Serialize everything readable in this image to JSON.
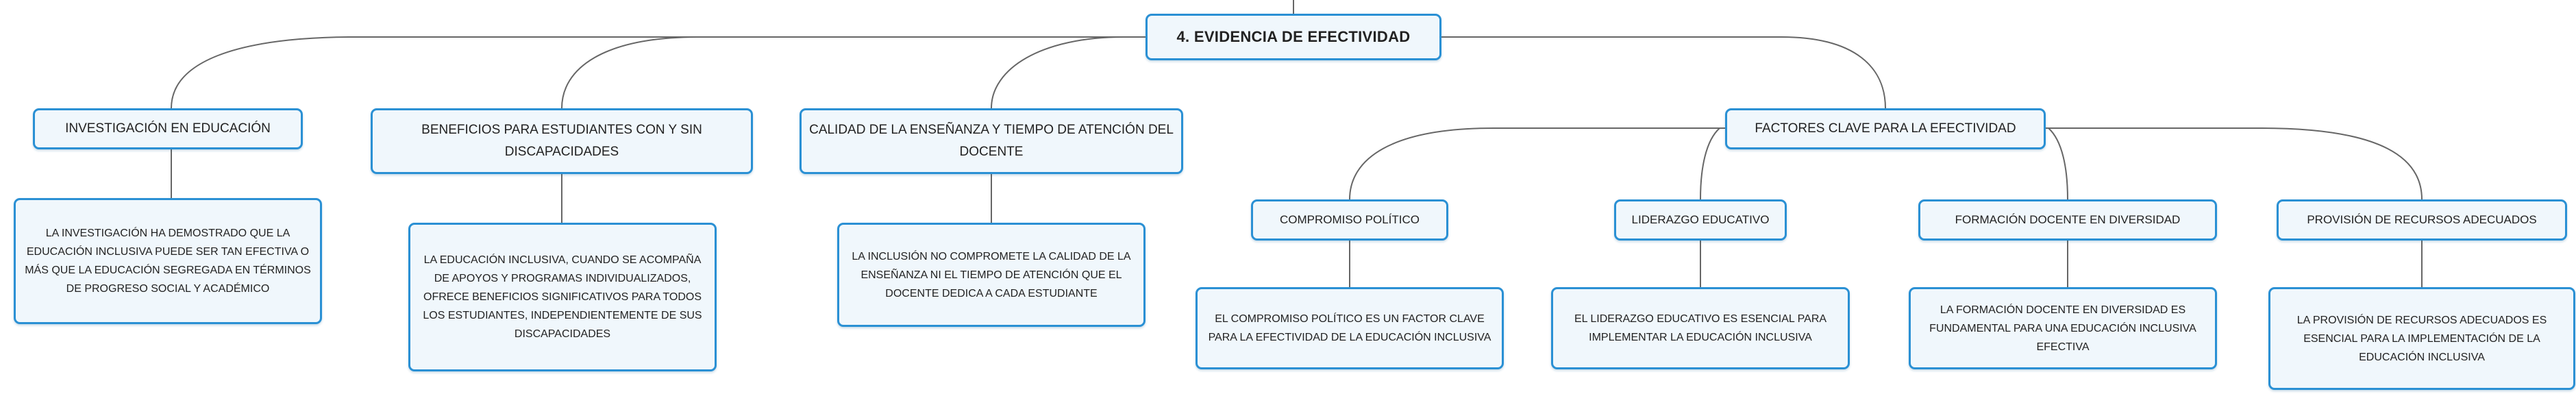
{
  "colors": {
    "node_border": "#2a90d4",
    "node_fill": "#f0f7fc",
    "connector": "#666666",
    "text": "#222222"
  },
  "root": {
    "label": "4. EVIDENCIA DE EFECTIVIDAD"
  },
  "branches": [
    {
      "label": "INVESTIGACIÓN EN EDUCACIÓN",
      "detail": "LA INVESTIGACIÓN HA DEMOSTRADO QUE LA EDUCACIÓN INCLUSIVA PUEDE SER TAN EFECTIVA O MÁS QUE LA EDUCACIÓN SEGREGADA EN TÉRMINOS DE PROGRESO SOCIAL Y ACADÉMICO"
    },
    {
      "label": "BENEFICIOS PARA ESTUDIANTES CON Y SIN DISCAPACIDADES",
      "detail": "LA EDUCACIÓN INCLUSIVA, CUANDO SE ACOMPAÑA DE APOYOS Y PROGRAMAS INDIVIDUALIZADOS, OFRECE BENEFICIOS SIGNIFICATIVOS PARA TODOS LOS ESTUDIANTES, INDEPENDIENTEMENTE DE SUS DISCAPACIDADES"
    },
    {
      "label": "CALIDAD DE LA ENSEÑANZA Y TIEMPO DE ATENCIÓN DEL DOCENTE",
      "detail": "LA INCLUSIÓN NO COMPROMETE LA CALIDAD DE LA ENSEÑANZA NI EL TIEMPO DE ATENCIÓN QUE EL DOCENTE DEDICA A CADA ESTUDIANTE"
    },
    {
      "label": "FACTORES CLAVE PARA LA EFECTIVIDAD",
      "children": [
        {
          "label": "COMPROMISO POLÍTICO",
          "detail": "EL COMPROMISO POLÍTICO ES UN FACTOR CLAVE PARA LA EFECTIVIDAD DE LA EDUCACIÓN INCLUSIVA"
        },
        {
          "label": "LIDERAZGO EDUCATIVO",
          "detail": "EL LIDERAZGO EDUCATIVO ES ESENCIAL PARA IMPLEMENTAR LA EDUCACIÓN INCLUSIVA"
        },
        {
          "label": "FORMACIÓN DOCENTE EN DIVERSIDAD",
          "detail": "LA FORMACIÓN DOCENTE EN DIVERSIDAD ES FUNDAMENTAL PARA UNA EDUCACIÓN INCLUSIVA EFECTIVA"
        },
        {
          "label": "PROVISIÓN DE RECURSOS ADECUADOS",
          "detail": "LA PROVISIÓN DE RECURSOS ADECUADOS ES ESENCIAL PARA LA IMPLEMENTACIÓN DE LA EDUCACIÓN INCLUSIVA"
        }
      ]
    }
  ]
}
